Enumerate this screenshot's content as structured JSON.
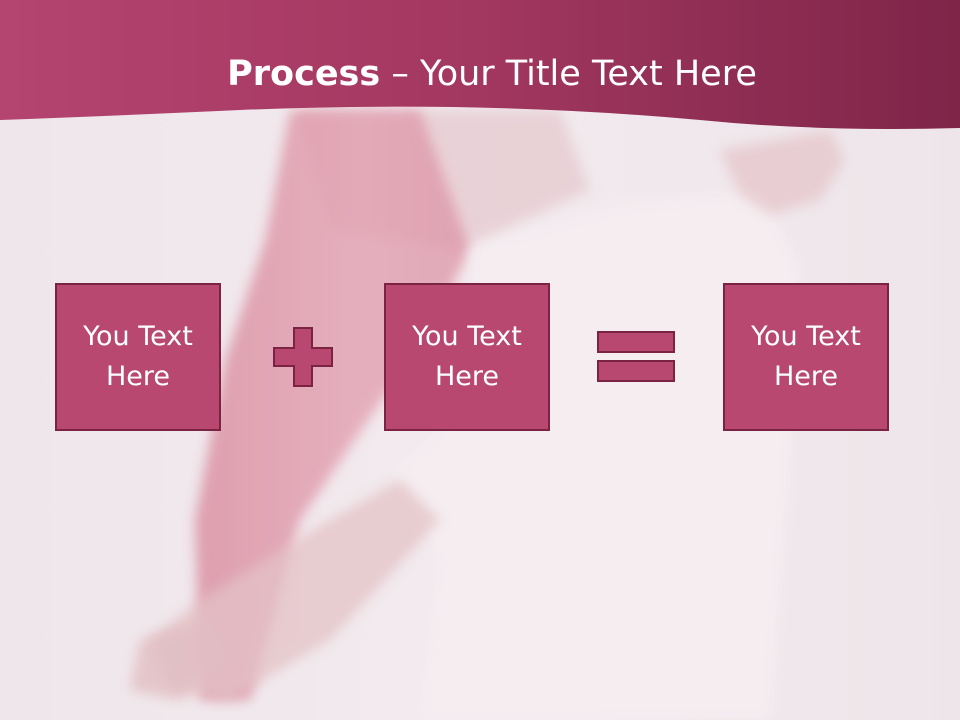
{
  "title": {
    "bold": "Process",
    "rest": " – Your Title Text Here"
  },
  "boxes": [
    {
      "label": "You Text Here"
    },
    {
      "label": "You Text Here"
    },
    {
      "label": "You Text Here"
    }
  ],
  "colors": {
    "accent": "#b8486f",
    "accent_border": "#7a2342",
    "header": "#9a3157",
    "background": "#efe8ec"
  },
  "icons": {
    "operator_1": "plus-icon",
    "operator_2": "equals-icon"
  }
}
